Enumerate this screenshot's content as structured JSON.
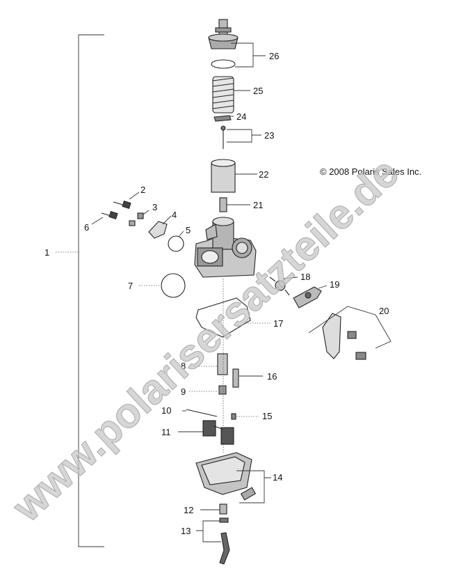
{
  "copyright": "© 2008 Polaris Sales Inc.",
  "watermark": "www.polarisersatzteile.de",
  "callouts": [
    "1",
    "2",
    "3",
    "4",
    "5",
    "6",
    "7",
    "8",
    "9",
    "10",
    "11",
    "12",
    "13",
    "14",
    "15",
    "16",
    "17",
    "18",
    "19",
    "20",
    "21",
    "22",
    "23",
    "24",
    "25",
    "26"
  ]
}
